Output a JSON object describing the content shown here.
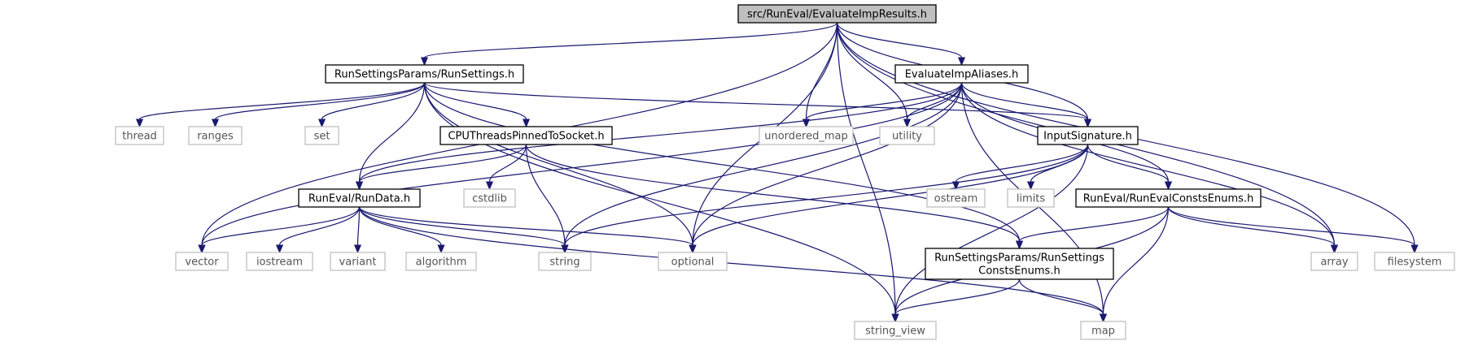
{
  "graph": {
    "nodes": [
      {
        "id": "root",
        "kind": "root",
        "lines": [
          "src/RunEval/EvaluateImpResults.h"
        ]
      },
      {
        "id": "runsettings",
        "kind": "local",
        "lines": [
          "RunSettingsParams/RunSettings.h"
        ]
      },
      {
        "id": "aliases",
        "kind": "local",
        "lines": [
          "EvaluateImpAliases.h"
        ]
      },
      {
        "id": "cputhreads",
        "kind": "local",
        "lines": [
          "CPUThreadsPinnedToSocket.h"
        ]
      },
      {
        "id": "inputsig",
        "kind": "local",
        "lines": [
          "InputSignature.h"
        ]
      },
      {
        "id": "rundata",
        "kind": "local",
        "lines": [
          "RunEval/RunData.h"
        ]
      },
      {
        "id": "consts",
        "kind": "local",
        "lines": [
          "RunEval/RunEvalConstsEnums.h"
        ]
      },
      {
        "id": "rsconsts",
        "kind": "local",
        "lines": [
          "RunSettingsParams/RunSettings",
          "ConstsEnums.h"
        ]
      },
      {
        "id": "thread",
        "kind": "ext",
        "lines": [
          "thread"
        ]
      },
      {
        "id": "ranges",
        "kind": "ext",
        "lines": [
          "ranges"
        ]
      },
      {
        "id": "set",
        "kind": "ext",
        "lines": [
          "set"
        ]
      },
      {
        "id": "unordered_map",
        "kind": "ext",
        "lines": [
          "unordered_map"
        ]
      },
      {
        "id": "utility",
        "kind": "ext",
        "lines": [
          "utility"
        ]
      },
      {
        "id": "cstdlib",
        "kind": "ext",
        "lines": [
          "cstdlib"
        ]
      },
      {
        "id": "ostream",
        "kind": "ext",
        "lines": [
          "ostream"
        ]
      },
      {
        "id": "limits",
        "kind": "ext",
        "lines": [
          "limits"
        ]
      },
      {
        "id": "vector",
        "kind": "ext",
        "lines": [
          "vector"
        ]
      },
      {
        "id": "iostream",
        "kind": "ext",
        "lines": [
          "iostream"
        ]
      },
      {
        "id": "variant",
        "kind": "ext",
        "lines": [
          "variant"
        ]
      },
      {
        "id": "algorithm",
        "kind": "ext",
        "lines": [
          "algorithm"
        ]
      },
      {
        "id": "string",
        "kind": "ext",
        "lines": [
          "string"
        ]
      },
      {
        "id": "optional",
        "kind": "ext",
        "lines": [
          "optional"
        ]
      },
      {
        "id": "array",
        "kind": "ext",
        "lines": [
          "array"
        ]
      },
      {
        "id": "filesystem",
        "kind": "ext",
        "lines": [
          "filesystem"
        ]
      },
      {
        "id": "string_view",
        "kind": "ext",
        "lines": [
          "string_view"
        ]
      },
      {
        "id": "map",
        "kind": "ext",
        "lines": [
          "map"
        ]
      }
    ],
    "edges": [
      [
        "root",
        "runsettings"
      ],
      [
        "root",
        "aliases"
      ],
      [
        "root",
        "inputsig"
      ],
      [
        "root",
        "vector"
      ],
      [
        "root",
        "string_view"
      ],
      [
        "root",
        "optional"
      ],
      [
        "root",
        "unordered_map"
      ],
      [
        "root",
        "utility"
      ],
      [
        "root",
        "array"
      ],
      [
        "root",
        "filesystem"
      ],
      [
        "runsettings",
        "thread"
      ],
      [
        "runsettings",
        "ranges"
      ],
      [
        "runsettings",
        "set"
      ],
      [
        "runsettings",
        "cputhreads"
      ],
      [
        "runsettings",
        "rundata"
      ],
      [
        "runsettings",
        "inputsig"
      ],
      [
        "runsettings",
        "rsconsts"
      ],
      [
        "runsettings",
        "optional"
      ],
      [
        "runsettings",
        "string_view"
      ],
      [
        "aliases",
        "unordered_map"
      ],
      [
        "aliases",
        "utility"
      ],
      [
        "aliases",
        "inputsig"
      ],
      [
        "aliases",
        "consts"
      ],
      [
        "aliases",
        "rundata"
      ],
      [
        "aliases",
        "vector"
      ],
      [
        "aliases",
        "string"
      ],
      [
        "aliases",
        "optional"
      ],
      [
        "aliases",
        "array"
      ],
      [
        "aliases",
        "map"
      ],
      [
        "cputhreads",
        "rundata"
      ],
      [
        "cputhreads",
        "cstdlib"
      ],
      [
        "cputhreads",
        "string"
      ],
      [
        "cputhreads",
        "rsconsts"
      ],
      [
        "inputsig",
        "consts"
      ],
      [
        "inputsig",
        "ostream"
      ],
      [
        "inputsig",
        "limits"
      ],
      [
        "inputsig",
        "string"
      ],
      [
        "inputsig",
        "optional"
      ],
      [
        "inputsig",
        "string_view"
      ],
      [
        "rundata",
        "vector"
      ],
      [
        "rundata",
        "iostream"
      ],
      [
        "rundata",
        "variant"
      ],
      [
        "rundata",
        "algorithm"
      ],
      [
        "rundata",
        "string"
      ],
      [
        "rundata",
        "optional"
      ],
      [
        "rundata",
        "map"
      ],
      [
        "consts",
        "rsconsts"
      ],
      [
        "consts",
        "array"
      ],
      [
        "consts",
        "filesystem"
      ],
      [
        "consts",
        "map"
      ],
      [
        "consts",
        "string_view"
      ],
      [
        "rsconsts",
        "string_view"
      ],
      [
        "rsconsts",
        "map"
      ]
    ]
  },
  "colors": {
    "edge": "#191970",
    "root_fill": "#bfbfbf",
    "external_border": "#bfbfbf"
  }
}
